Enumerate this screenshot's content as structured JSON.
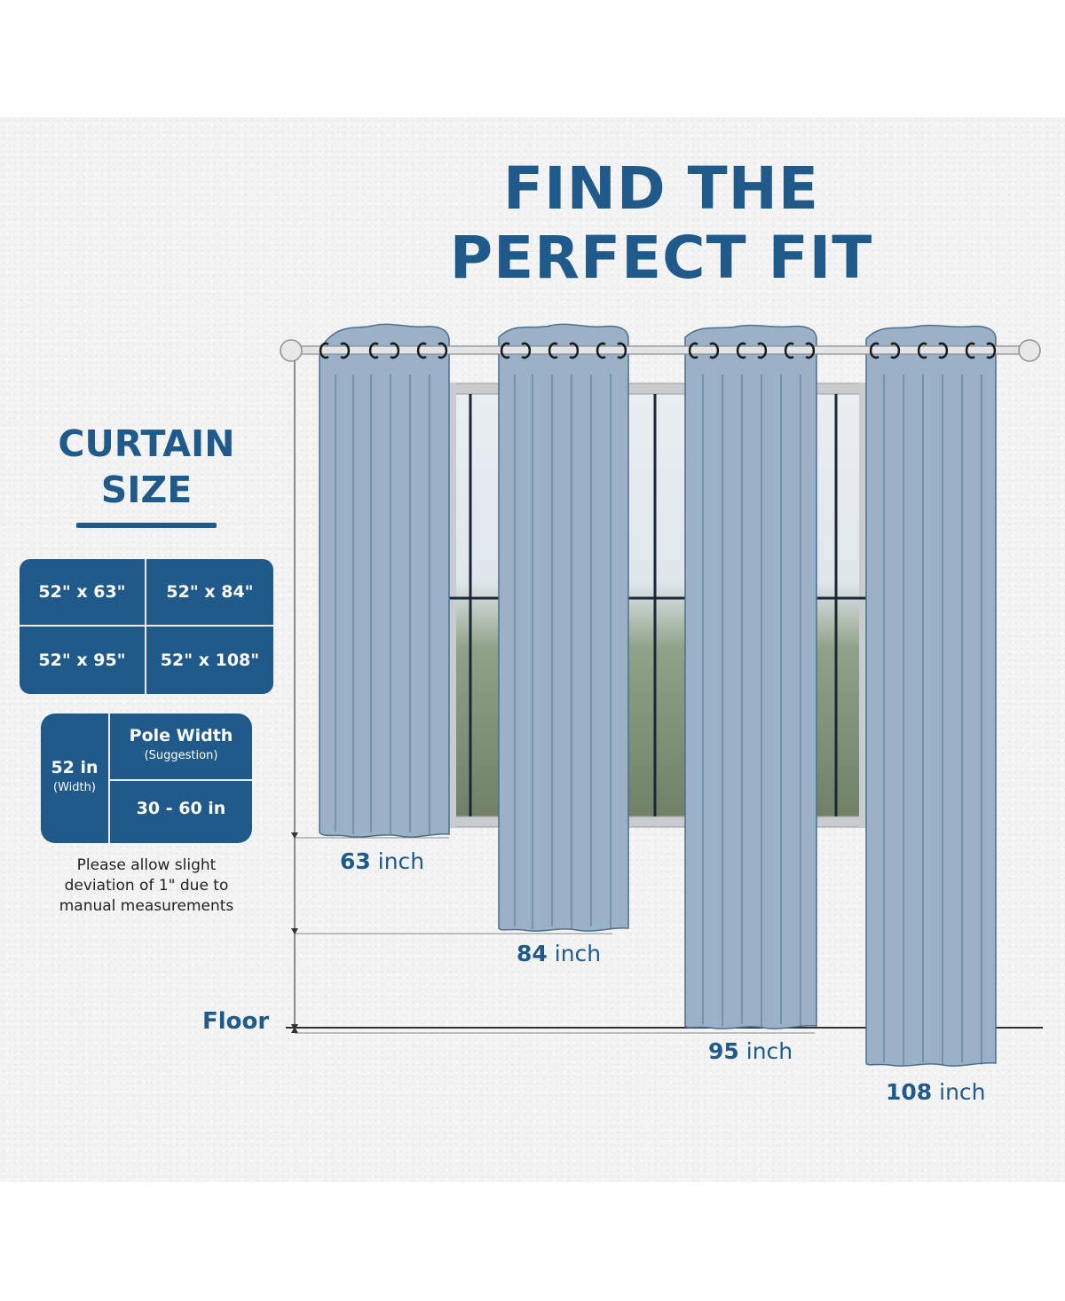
{
  "title": {
    "line1": "FIND THE",
    "line2": "PERFECT FIT"
  },
  "curtain_size": {
    "heading_line1": "CURTAIN",
    "heading_line2": "SIZE",
    "sizes": [
      "52\" x 63\"",
      "52\" x 84\"",
      "52\" x 95\"",
      "52\" x 108\""
    ]
  },
  "pole": {
    "width_value": "52 in",
    "width_note": "(Width)",
    "title": "Pole Width",
    "subtitle": "(Suggestion)",
    "range": "30 - 60 in"
  },
  "note": {
    "line1": "Please allow slight",
    "line2": "deviation of 1\" due to",
    "line3": "manual measurements"
  },
  "floor_label": "Floor",
  "curtains": [
    {
      "length": "63",
      "unit": "inch"
    },
    {
      "length": "84",
      "unit": "inch"
    },
    {
      "length": "95",
      "unit": "inch"
    },
    {
      "length": "108",
      "unit": "inch"
    }
  ],
  "colors": {
    "brand_blue": "#1f5a8b",
    "curtain_blue": "#9bb1c8",
    "curtain_edge": "#4d6f8e",
    "background": "#f3f3f3"
  }
}
